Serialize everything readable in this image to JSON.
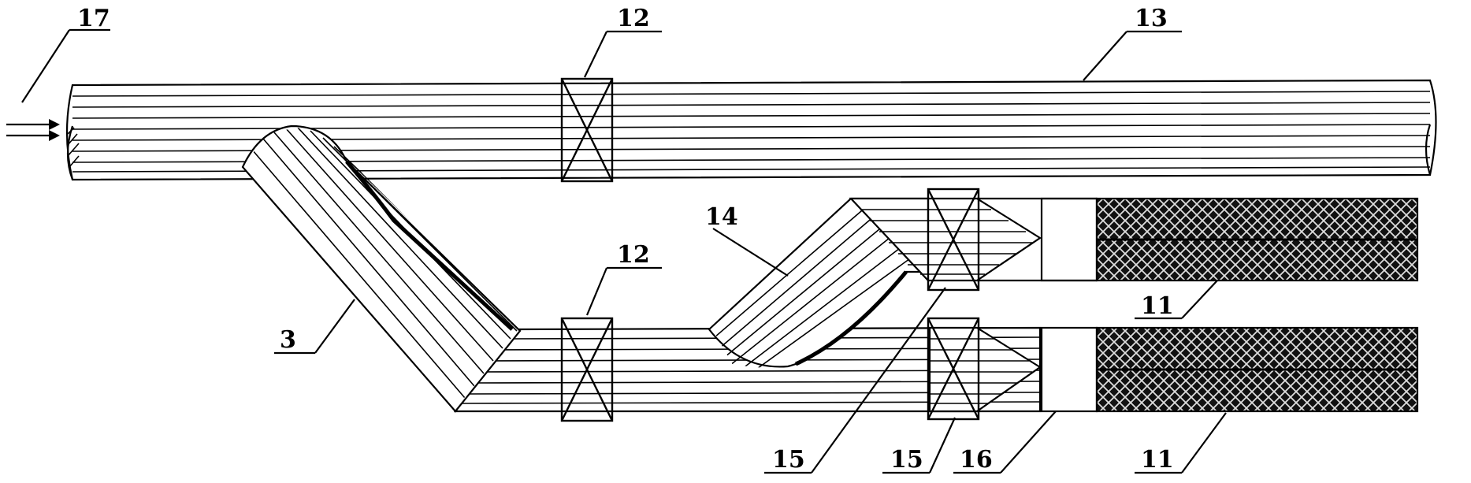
{
  "labels": {
    "inlet": "17",
    "valve_top": "12",
    "main_pipe": "13",
    "branch_pipe": "14",
    "valve_mid": "12",
    "side_pipe": "3",
    "module_upper": "11",
    "module_lower": "11",
    "valve_a": "15",
    "valve_b": "15",
    "junction": "16"
  },
  "colors": {
    "line": "#000000",
    "background": "#ffffff"
  },
  "icons": {
    "flow_arrow": "double-arrow-right-icon",
    "valve": "valve-x-icon",
    "filter_module": "crosshatch-module-icon"
  }
}
